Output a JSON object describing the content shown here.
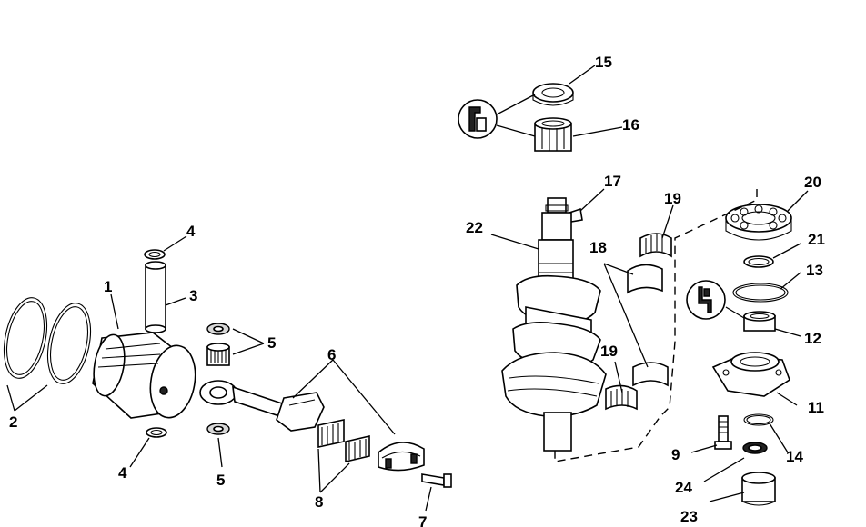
{
  "callouts": {
    "c1": "1",
    "c2": "2",
    "c3": "3",
    "c4a": "4",
    "c4b": "4",
    "c5a": "5",
    "c5b": "5",
    "c6": "6",
    "c7": "7",
    "c8": "8",
    "c9": "9",
    "c11": "11",
    "c12": "12",
    "c13": "13",
    "c14": "14",
    "c15": "15",
    "c16": "16",
    "c17": "17",
    "c18": "18",
    "c19a": "19",
    "c19b": "19",
    "c20": "20",
    "c21": "21",
    "c22": "22",
    "c23": "23",
    "c24": "24"
  },
  "icons": [
    "bearing-tool-icon",
    "install-tool-icon"
  ]
}
